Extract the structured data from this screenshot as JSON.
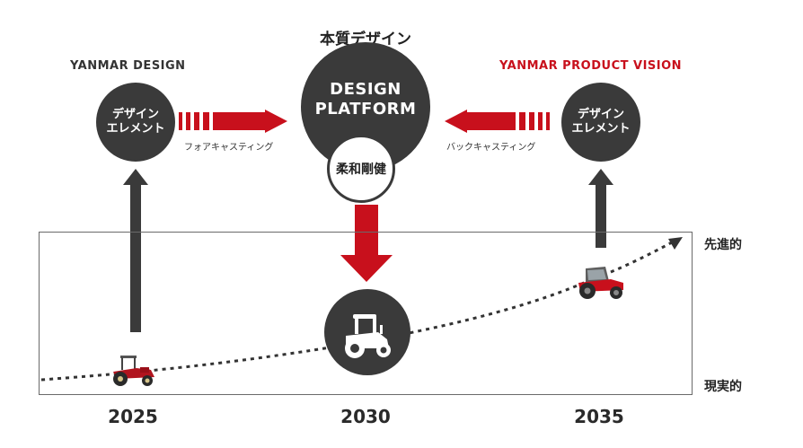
{
  "headings": {
    "left": "YANMAR DESIGN",
    "center": "本質デザイン",
    "right": "YANMAR PRODUCT VISION"
  },
  "nodes": {
    "left_element": [
      "デザイン",
      "エレメント"
    ],
    "right_element": [
      "デザイン",
      "エレメント"
    ],
    "platform": [
      "DESIGN",
      "PLATFORM"
    ],
    "core": "柔和剛健"
  },
  "arrows": {
    "forecasting": "フォアキャスティング",
    "backcasting": "バックキャスティング"
  },
  "axis": {
    "top": "先進的",
    "bottom": "現実的"
  },
  "years": [
    "2025",
    "2030",
    "2035"
  ],
  "icons": [
    "tractor-photo",
    "tractor-icon",
    "tractor-concept"
  ],
  "colors": {
    "accent": "#c8101c",
    "dark": "#3a3a3a"
  }
}
